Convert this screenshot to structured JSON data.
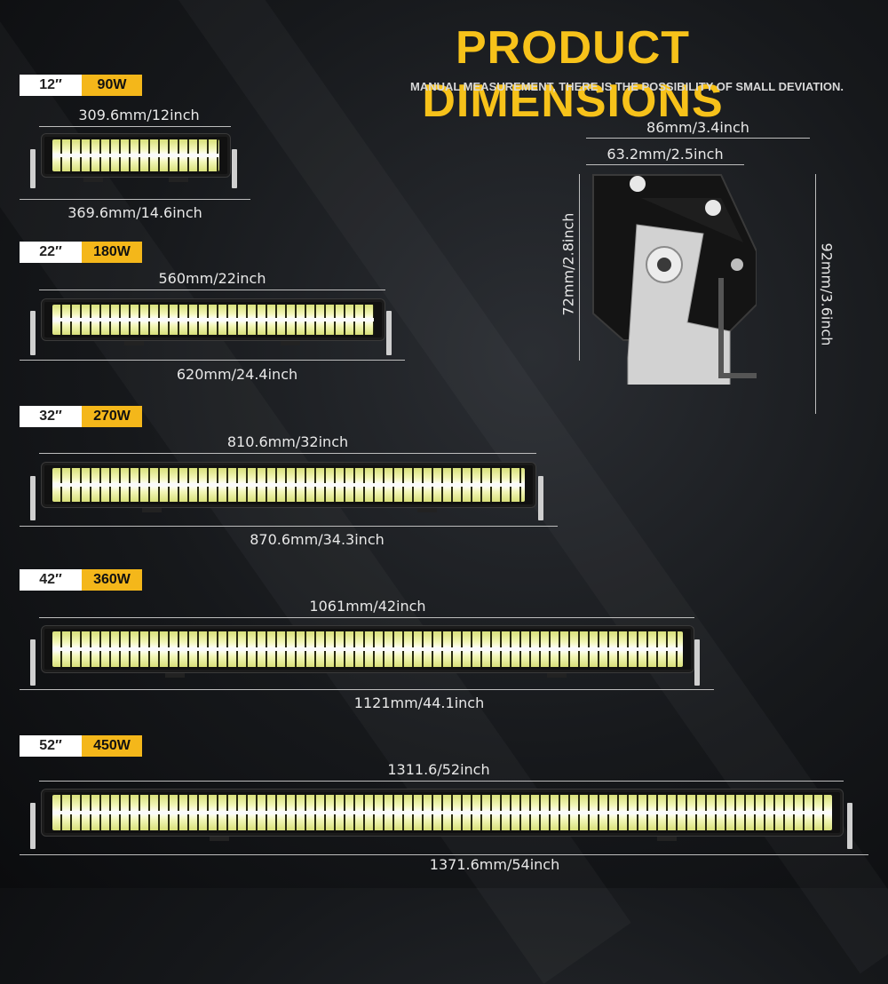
{
  "header": {
    "title": "PRODUCT DIMENSIONS",
    "subtitle": "MANUAL MEASUREMENT, THERE IS THE POSSIBILITY OF SMALL DEVIATION."
  },
  "products": [
    {
      "size": "12″",
      "power": "90W",
      "inner": "309.6mm/12inch",
      "outer": "369.6mm/14.6inch"
    },
    {
      "size": "22″",
      "power": "180W",
      "inner": "560mm/22inch",
      "outer": "620mm/24.4inch"
    },
    {
      "size": "32″",
      "power": "270W",
      "inner": "810.6mm/32inch",
      "outer": "870.6mm/34.3inch"
    },
    {
      "size": "42″",
      "power": "360W",
      "inner": "1061mm/42inch",
      "outer": "1121mm/44.1inch"
    },
    {
      "size": "52″",
      "power": "450W",
      "inner": "1311.6/52inch",
      "outer": "1371.6mm/54inch"
    }
  ],
  "side_view": {
    "width_outer": "86mm/3.4inch",
    "width_inner": "63.2mm/2.5inch",
    "height_inner": "72mm/2.8inch",
    "height_outer": "92mm/3.6inch"
  },
  "colors": {
    "accent": "#f7c21a",
    "badge_power": "#f4b71a",
    "badge_size": "#ffffff"
  }
}
